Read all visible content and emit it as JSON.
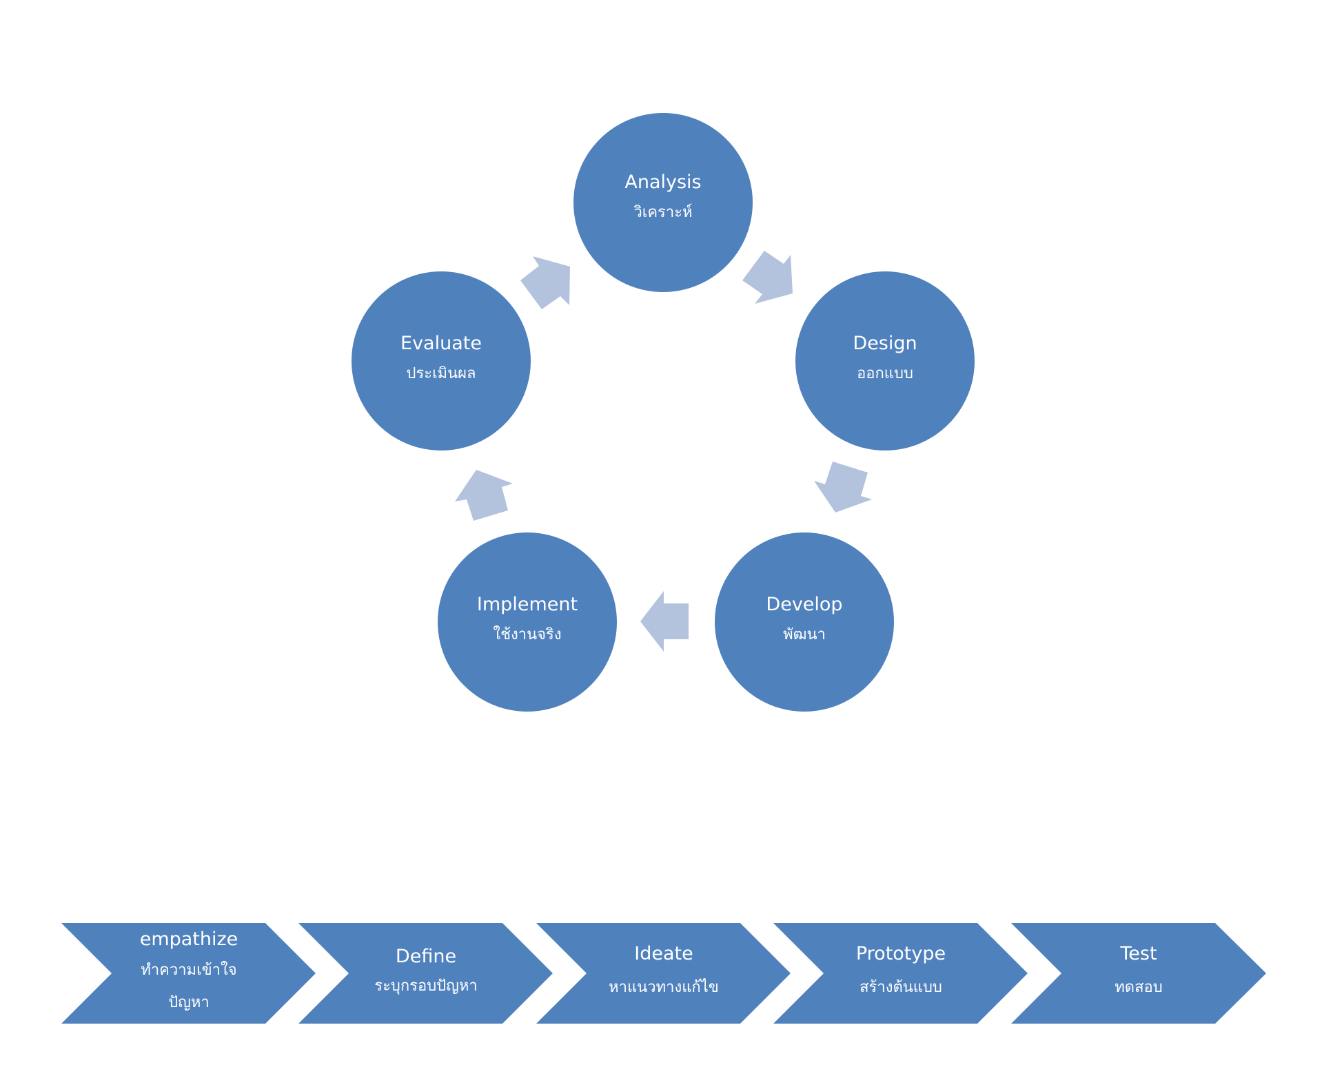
{
  "colors": {
    "node_fill": "#4F81BD",
    "arrow_fill": "#B3C2DD",
    "text": "#FFFFFF",
    "background": "#FFFFFF"
  },
  "cycle": {
    "nodes": [
      {
        "id": "analysis",
        "label": "Analysis",
        "sublabel": "วิเคราะห์"
      },
      {
        "id": "design",
        "label": "Design",
        "sublabel": "ออกแบบ"
      },
      {
        "id": "develop",
        "label": "Develop",
        "sublabel": "พัฒนา"
      },
      {
        "id": "implement",
        "label": "Implement",
        "sublabel": "ใช้งานจริง"
      },
      {
        "id": "evaluate",
        "label": "Evaluate",
        "sublabel": "ประเมินผล"
      }
    ],
    "arrows": [
      {
        "from": "analysis",
        "to": "design",
        "icon": "arrow-right-down-icon"
      },
      {
        "from": "design",
        "to": "develop",
        "icon": "arrow-down-icon"
      },
      {
        "from": "develop",
        "to": "implement",
        "icon": "arrow-left-icon"
      },
      {
        "from": "implement",
        "to": "evaluate",
        "icon": "arrow-up-icon"
      },
      {
        "from": "evaluate",
        "to": "analysis",
        "icon": "arrow-right-up-icon"
      }
    ]
  },
  "process": {
    "steps": [
      {
        "id": "empathize",
        "label": "empathize",
        "sublabel_lines": [
          "ทำความเข้าใจ",
          "ปัญหา"
        ]
      },
      {
        "id": "define",
        "label": "Define",
        "sublabel_lines": [
          "ระบุกรอบปัญหา"
        ]
      },
      {
        "id": "ideate",
        "label": "Ideate",
        "sublabel_lines": [
          "หาแนวทางแก้ไข"
        ]
      },
      {
        "id": "prototype",
        "label": "Prototype",
        "sublabel_lines": [
          "สร้างต้นแบบ"
        ]
      },
      {
        "id": "test",
        "label": "Test",
        "sublabel_lines": [
          "ทดสอบ"
        ]
      }
    ]
  }
}
